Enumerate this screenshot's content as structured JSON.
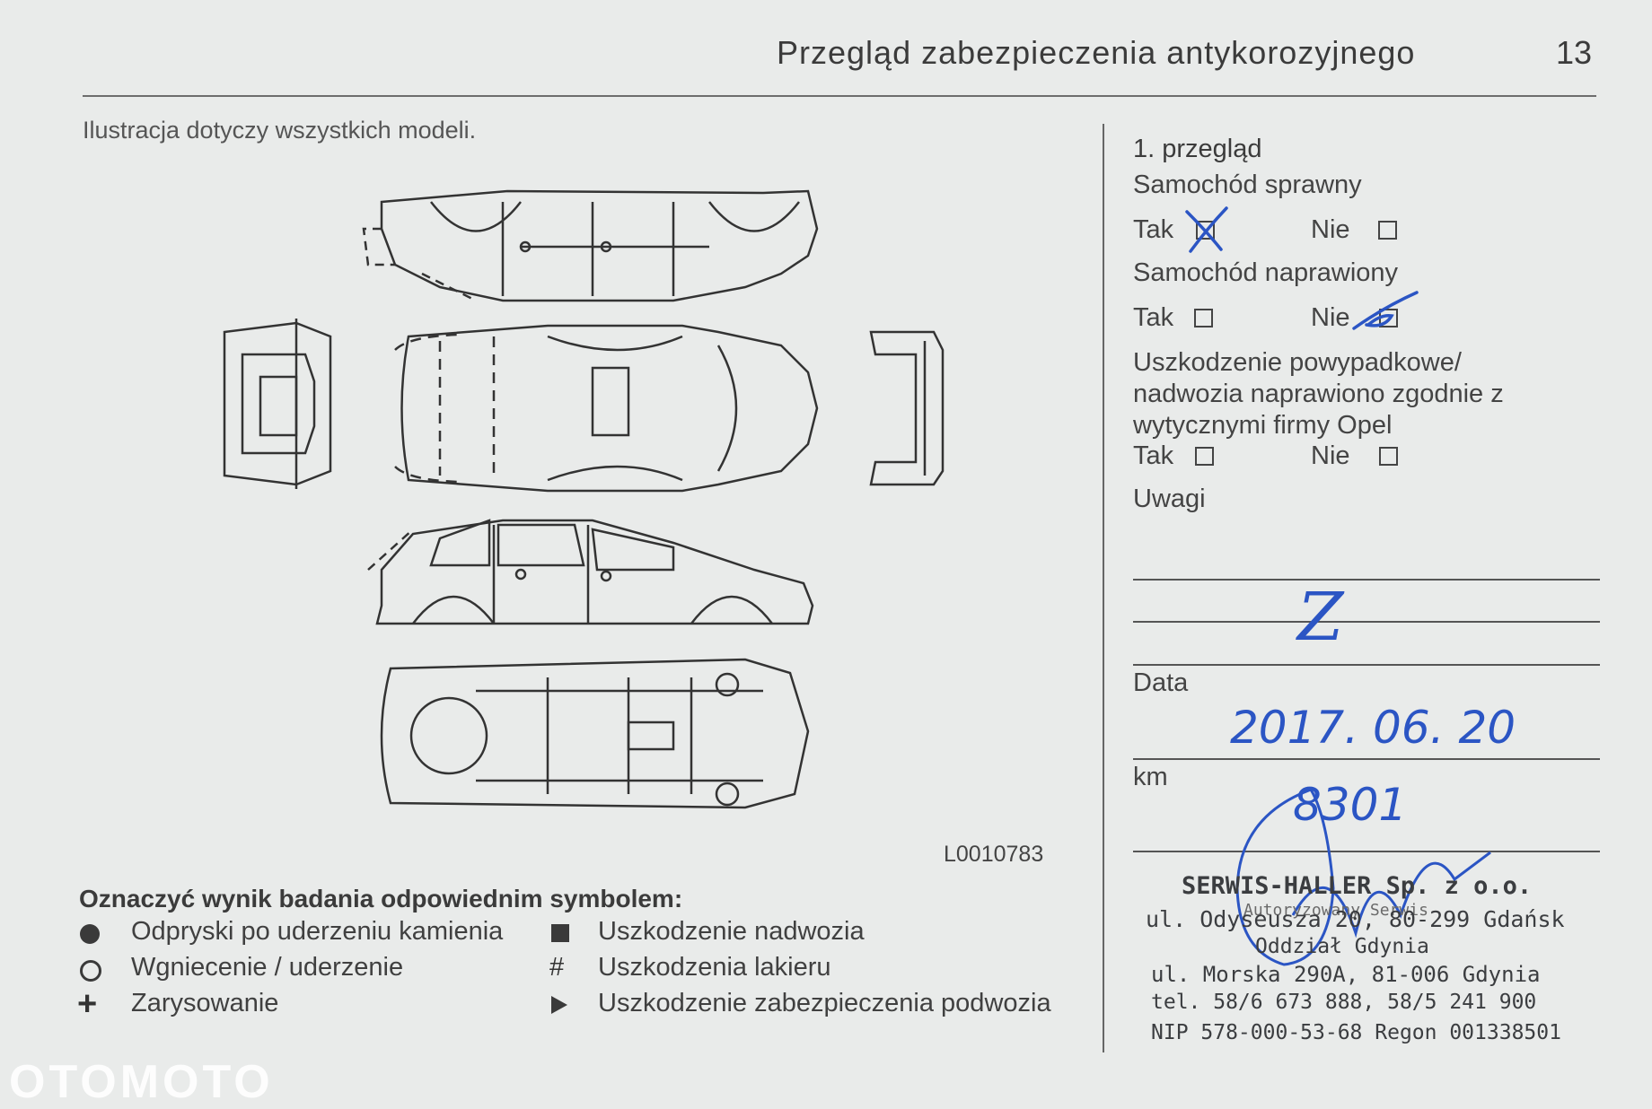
{
  "header": {
    "title": "Przegląd zabezpieczenia antykorozyjnego",
    "page_number": "13"
  },
  "intro": "Ilustracja dotyczy wszystkich modeli.",
  "diagram": {
    "code": "L0010783"
  },
  "legend": {
    "title": "Oznaczyć wynik badania odpowiednim symbolem:",
    "items": [
      {
        "symbol": "filled-circle",
        "label": "Odpryski po uderzeniu kamienia"
      },
      {
        "symbol": "open-circle",
        "label": "Wgniecenie / uderzenie"
      },
      {
        "symbol": "+",
        "label": "Zarysowanie"
      },
      {
        "symbol": "filled-square",
        "label": "Uszkodzenie nadwozia"
      },
      {
        "symbol": "#",
        "label": "Uszkodzenia lakieru"
      },
      {
        "symbol": "triangle",
        "label": "Uszkodzenie zabezpieczenia podwozia"
      }
    ]
  },
  "inspection": {
    "heading": "1. przegląd",
    "q1": {
      "label": "Samochód sprawny",
      "yes": "Tak",
      "no": "Nie",
      "answer": "Tak"
    },
    "q2": {
      "label": "Samochód naprawiony",
      "yes": "Tak",
      "no": "Nie",
      "answer": "Nie"
    },
    "q3": {
      "label_lines": [
        "Uszkodzenie powypadkowe/",
        "nadwozia naprawiono zgodnie z",
        "wytycznymi firmy Opel"
      ],
      "yes": "Tak",
      "no": "Nie",
      "answer": ""
    },
    "remarks_label": "Uwagi",
    "remarks_handwritten": "Z",
    "date_label": "Data",
    "date_value": "2017. 06. 20",
    "km_label": "km",
    "km_value": "8301"
  },
  "stamp": {
    "name": "SERWIS-HALLER Sp. z o.o.",
    "line_small": "Autoryzowany Serwis",
    "address1": "ul. Odyseusza 20, 80-299 Gdańsk",
    "branch": "Oddział Gdynia",
    "address2": "ul. Morska 290A, 81-006 Gdynia",
    "phones": "tel. 58/6 673 888,  58/5 241 900",
    "ids": "NIP 578-000-53-68 Regon 001338501"
  },
  "colors": {
    "paper": "#e9ebea",
    "ink_blue": "#2b55c4",
    "text": "#3a3a3a"
  },
  "watermark": "OTOMOTO"
}
